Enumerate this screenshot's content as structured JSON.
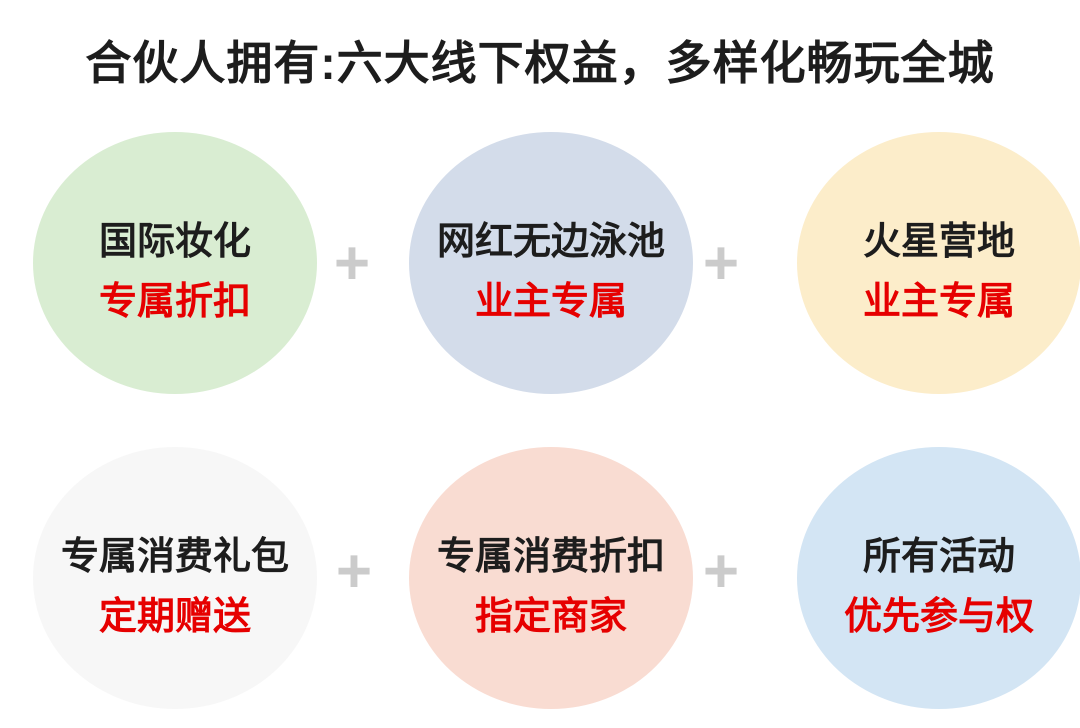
{
  "page": {
    "title": "合伙人拥有:六大线下权益，多样化畅玩全城"
  },
  "colors": {
    "background": "#ffffff",
    "title_text": "#1d1d1d",
    "benefit_title_text": "#1d1d1d",
    "benefit_subtitle_text": "#e60000",
    "plus_sign": "#cbcbcb"
  },
  "connector": {
    "symbol": "+"
  },
  "benefits": [
    {
      "title": "国际妆化",
      "subtitle": "专属折扣",
      "circle_color": "#d9edd2"
    },
    {
      "title": "网红无边泳池",
      "subtitle": "业主专属",
      "circle_color": "#d3dcea"
    },
    {
      "title": "火星营地",
      "subtitle": "业主专属",
      "circle_color": "#fcedca"
    },
    {
      "title": "专属消费礼包",
      "subtitle": "定期赠送",
      "circle_color": "#f7f7f7"
    },
    {
      "title": "专属消费折扣",
      "subtitle": "指定商家",
      "circle_color": "#f9dcd2"
    },
    {
      "title": "所有活动",
      "subtitle": "优先参与权",
      "circle_color": "#d3e5f4"
    }
  ]
}
